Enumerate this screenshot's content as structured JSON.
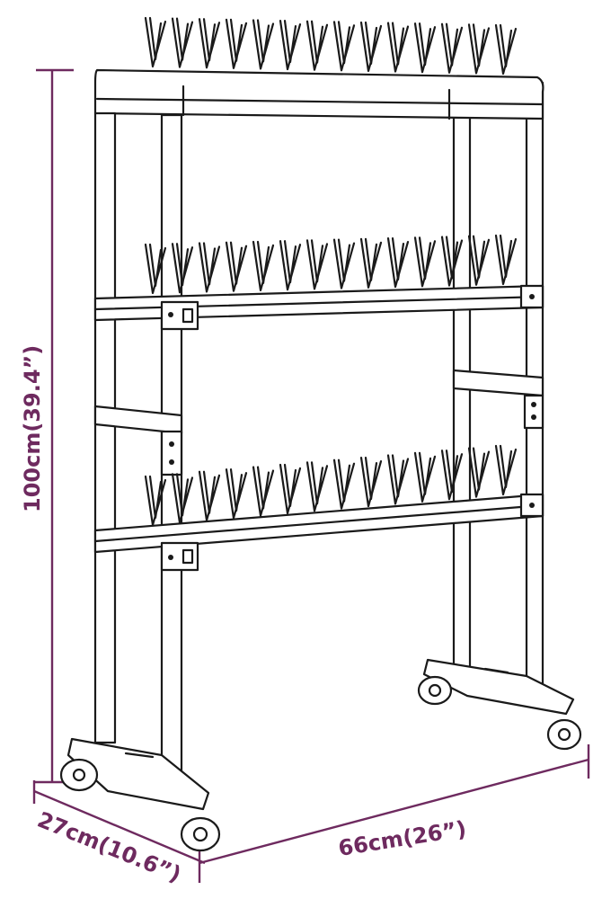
{
  "figure": {
    "dimension_height": "100cm(39.4”)",
    "dimension_depth": "27cm(10.6”)",
    "dimension_width": "66cm(26”)"
  },
  "colors": {
    "dimension": "#6e2a5f",
    "outline": "#1a1a1a",
    "background": "#ffffff"
  },
  "product": {
    "shelf_tiers": 3,
    "wheels": 4
  }
}
